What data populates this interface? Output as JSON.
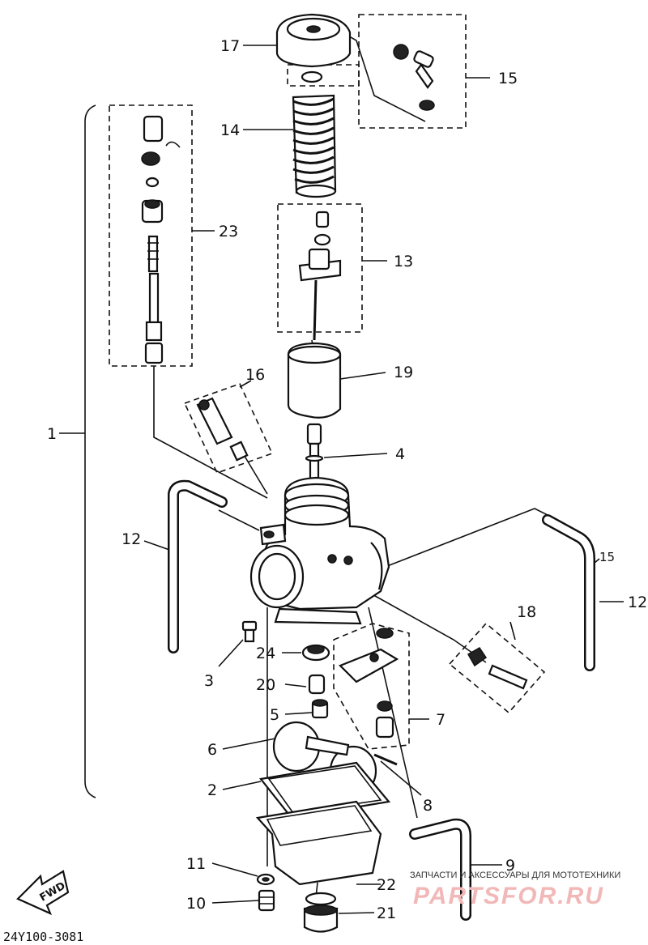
{
  "diagram": {
    "callouts": [
      {
        "id": "17",
        "text": "17"
      },
      {
        "id": "15a",
        "text": "15"
      },
      {
        "id": "14",
        "text": "14"
      },
      {
        "id": "23",
        "text": "23"
      },
      {
        "id": "13",
        "text": "13"
      },
      {
        "id": "16",
        "text": "16"
      },
      {
        "id": "19",
        "text": "19"
      },
      {
        "id": "1",
        "text": "1"
      },
      {
        "id": "4",
        "text": "4"
      },
      {
        "id": "12a",
        "text": "12"
      },
      {
        "id": "15b",
        "text": "15"
      },
      {
        "id": "12b",
        "text": "12"
      },
      {
        "id": "18",
        "text": "18"
      },
      {
        "id": "24",
        "text": "24"
      },
      {
        "id": "3",
        "text": "3"
      },
      {
        "id": "20",
        "text": "20"
      },
      {
        "id": "5",
        "text": "5"
      },
      {
        "id": "7",
        "text": "7"
      },
      {
        "id": "6",
        "text": "6"
      },
      {
        "id": "2",
        "text": "2"
      },
      {
        "id": "8",
        "text": "8"
      },
      {
        "id": "9",
        "text": "9"
      },
      {
        "id": "11",
        "text": "11"
      },
      {
        "id": "22",
        "text": "22"
      },
      {
        "id": "10",
        "text": "10"
      },
      {
        "id": "21",
        "text": "21"
      }
    ],
    "fwd_label": "FWD",
    "drawing_code": "24Y100-3081"
  },
  "watermark": {
    "caption": "ЗАПЧАСТИ И АКСЕССУАРЫ ДЛЯ МОТОТЕХНИКИ",
    "brand": "PARTSFOR.RU"
  }
}
